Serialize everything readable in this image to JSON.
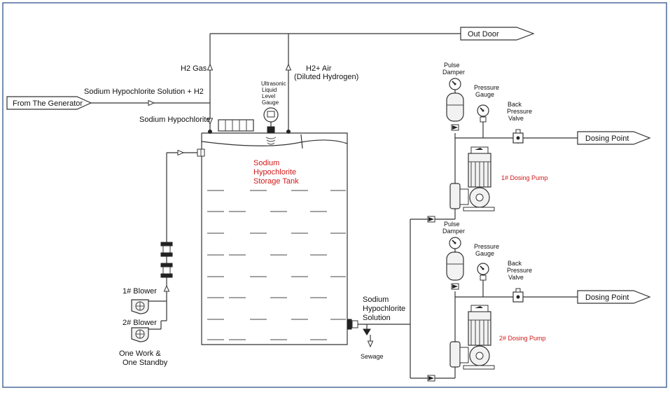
{
  "labels": {
    "out_door": "Out Door",
    "from_generator": "From The Generator",
    "hypo_solution_h2": "Sodium Hypochlorite Solution + H2",
    "h2_gas": "H2 Gas",
    "h2_air": "H2+ Air",
    "diluted_hydrogen": "(Diluted Hydrogen)",
    "sodium_hypochlorite": "Sodium Hypochlorite",
    "ultrasonic_1": "Ultrasonic",
    "ultrasonic_2": "Liquid",
    "ultrasonic_3": "Level",
    "ultrasonic_4": "Gauge",
    "tank_1": "Sodium",
    "tank_2": "Hypochlorite",
    "tank_3": "Storage Tank",
    "blower_1": "1# Blower",
    "blower_2": "2# Blower",
    "standby_1": "One Work &",
    "standby_2": "One Standby",
    "outlet_1": "Sodium",
    "outlet_2": "Hypochlorite",
    "outlet_3": "Solution",
    "sewage": "Sewage",
    "pulse_damper_1a": "Pulse",
    "pulse_damper_1b": "Damper",
    "pressure_gauge_1a": "Pressure",
    "pressure_gauge_1b": "Gauge",
    "back_pressure_1a": "Back",
    "back_pressure_1b": "Pressure",
    "back_pressure_1c": "Valve",
    "dosing_point_1": "Dosing Point",
    "dosing_pump_1": "1# Dosing Pump",
    "pulse_damper_2a": "Pulse",
    "pulse_damper_2b": "Damper",
    "pressure_gauge_2a": "Pressure",
    "pressure_gauge_2b": "Gauge",
    "back_pressure_2a": "Back",
    "back_pressure_2b": "Pressure",
    "back_pressure_2c": "Valve",
    "dosing_point_2": "Dosing Point",
    "dosing_pump_2": "2# Dosing Pump"
  },
  "colors": {
    "line": "#333333",
    "accent_red": "#d01818",
    "frame": "#4a6a9a"
  }
}
